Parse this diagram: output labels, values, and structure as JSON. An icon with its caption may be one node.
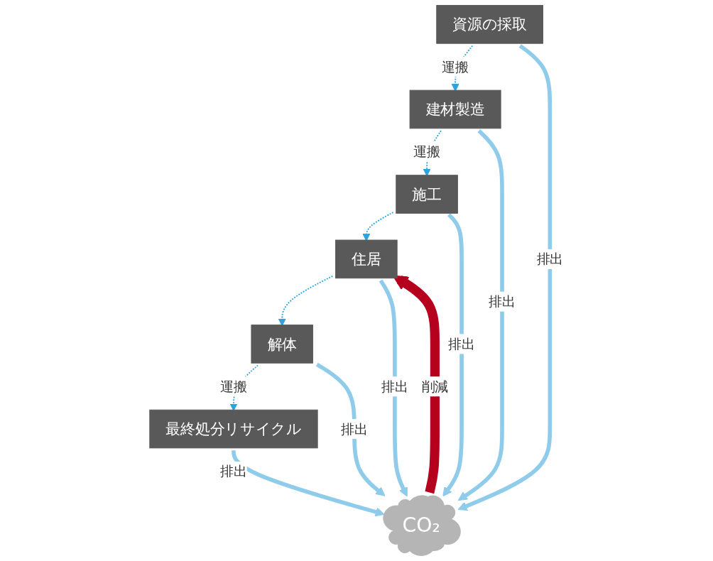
{
  "diagram": {
    "nodes": [
      {
        "text": [
          "住居"
        ]
      },
      {
        "text": [
          "施工"
        ]
      },
      {
        "text": [
          "解体"
        ]
      },
      {
        "text": [
          "CO₂"
        ]
      },
      {
        "text": [
          "建材製造"
        ]
      },
      {
        "text": [
          "最終処分リサイクル"
        ]
      },
      {
        "text": [
          "資源の採取"
        ]
      }
    ],
    "edges": [
      {
        "from": 1,
        "to": 0,
        "arrow": "to",
        "style": "dashed",
        "color": "#2ba3dc"
      },
      {
        "from": 0,
        "to": 2,
        "arrow": "to",
        "style": "dashed",
        "color": "#2ba3dc"
      },
      {
        "from": 2,
        "to": 5,
        "arrow": "to",
        "label": "運搬",
        "style": "dashed",
        "color": "#2ba3dc"
      },
      {
        "from": 6,
        "to": 4,
        "arrow": "to",
        "label": "運搬",
        "style": "dashed",
        "color": "#2ba3dc"
      },
      {
        "from": 4,
        "to": 1,
        "arrow": "to",
        "label": "運搬",
        "style": "dashed",
        "color": "#2ba3dc"
      },
      {
        "from": 0,
        "to": 3,
        "arrow": "to",
        "label": "排出"
      },
      {
        "from": 1,
        "to": 3,
        "arrow": "to",
        "label": "排出"
      },
      {
        "from": 2,
        "to": 3,
        "arrow": "to",
        "label": "排出"
      },
      {
        "from": 4,
        "to": 3,
        "arrow": "to",
        "label": "排出"
      },
      {
        "from": 5,
        "to": 3,
        "arrow": "to",
        "label": "排出"
      },
      {
        "from": 6,
        "to": 3,
        "arrow": "to",
        "label": "排出"
      },
      {
        "from": 3,
        "to": 0,
        "arrow": "to",
        "label": "削減",
        "style": "thick",
        "color": "#b5001e"
      }
    ]
  }
}
